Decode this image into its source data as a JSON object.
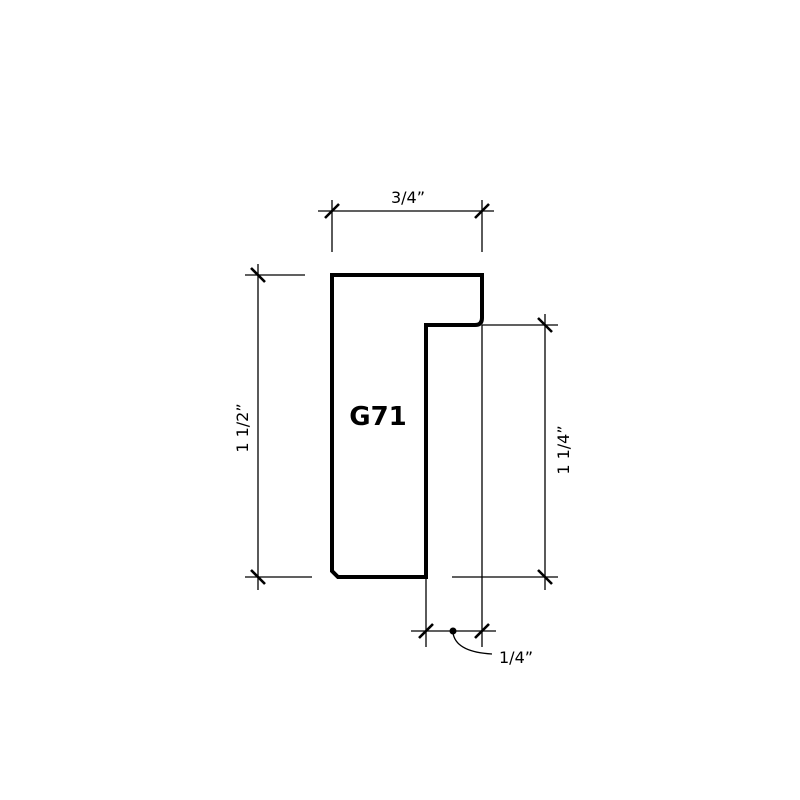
{
  "profile": {
    "code": "G71"
  },
  "dimensions": {
    "width": "3/4”",
    "overall_height": "1 1/2”",
    "lip_height": "1 1/4”",
    "lip_width": "1/4”"
  },
  "colors": {
    "line": "#000000",
    "background": "#ffffff"
  }
}
